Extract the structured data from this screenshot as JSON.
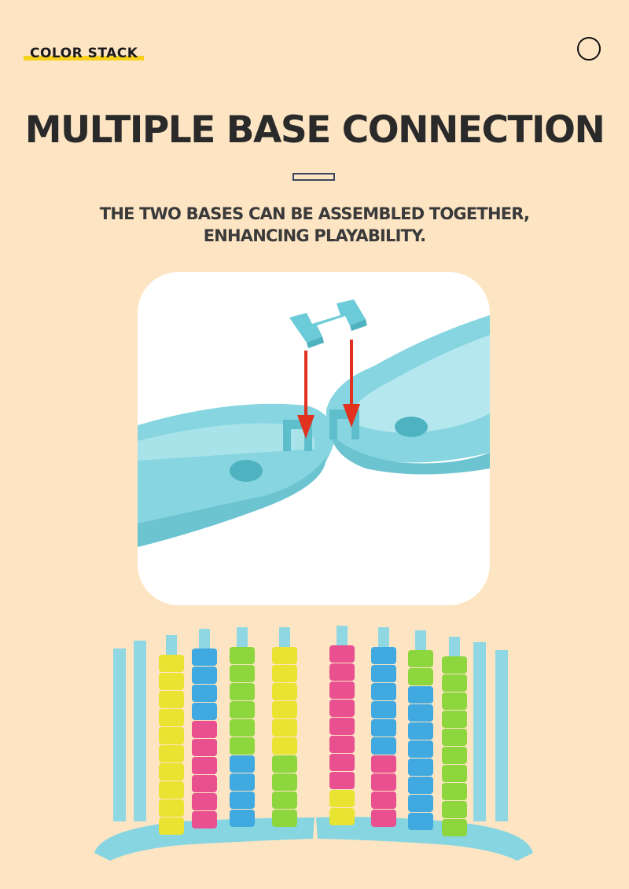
{
  "header": {
    "brand": "COLOR STACK",
    "menu_icon": "circle-icon"
  },
  "hero": {
    "title": "MULTIPLE BASE CONNECTION",
    "subtitle_line1": "THE TWO BASES CAN BE ASSEMBLED TOGETHER,",
    "subtitle_line2": "ENHANCING PLAYABILITY."
  },
  "colors": {
    "background": "#fde5c4",
    "accent_yellow": "#f7d21e",
    "base_teal": "#7fd3df",
    "arrow_red": "#e0321f",
    "ring_blue": "#3fa9e0",
    "ring_pink": "#e8508f",
    "ring_yellow": "#e9e431",
    "ring_green": "#8ed63e"
  }
}
